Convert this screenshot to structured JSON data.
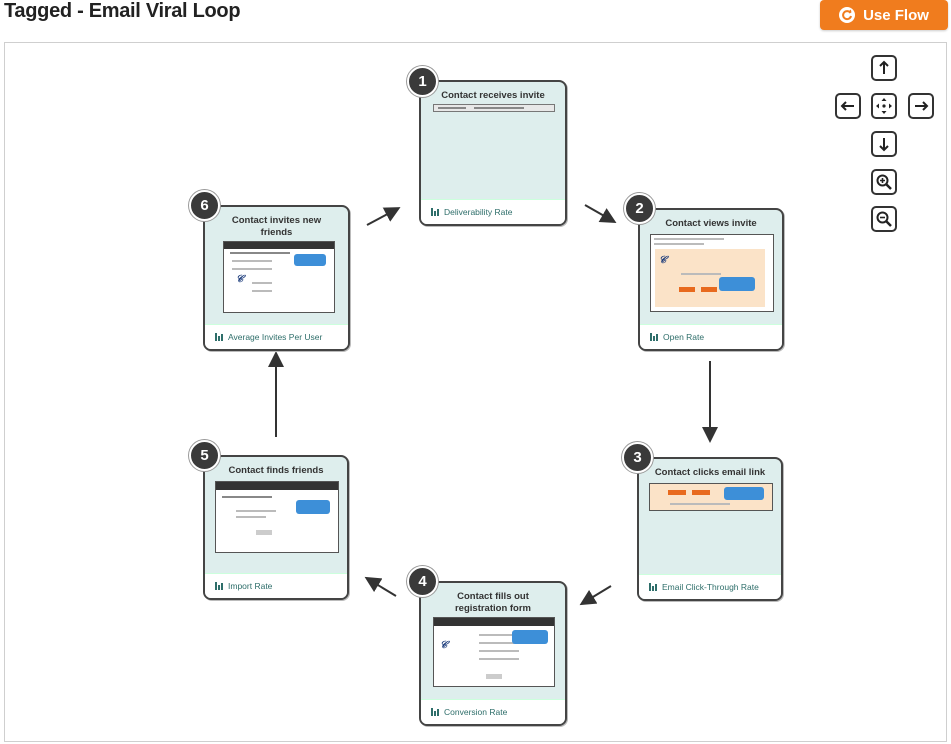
{
  "header": {
    "title": "Tagged - Email Viral Loop",
    "use_flow_label": "Use Flow"
  },
  "steps": [
    {
      "number": "1",
      "title": "Contact receives invite",
      "metric": "Deliverability Rate"
    },
    {
      "number": "2",
      "title": "Contact views invite",
      "metric": "Open Rate"
    },
    {
      "number": "3",
      "title": "Contact clicks email link",
      "metric": "Email Click-Through Rate"
    },
    {
      "number": "4",
      "title": "Contact fills out registration form",
      "metric": "Conversion Rate"
    },
    {
      "number": "5",
      "title": "Contact finds friends",
      "metric": "Import Rate"
    },
    {
      "number": "6",
      "title": "Contact invites new friends",
      "metric": "Average Invites Per User"
    }
  ],
  "colors": {
    "accent": "#f07c1e",
    "card_bg": "#deeeed",
    "metric_text": "#2e6e6a"
  }
}
